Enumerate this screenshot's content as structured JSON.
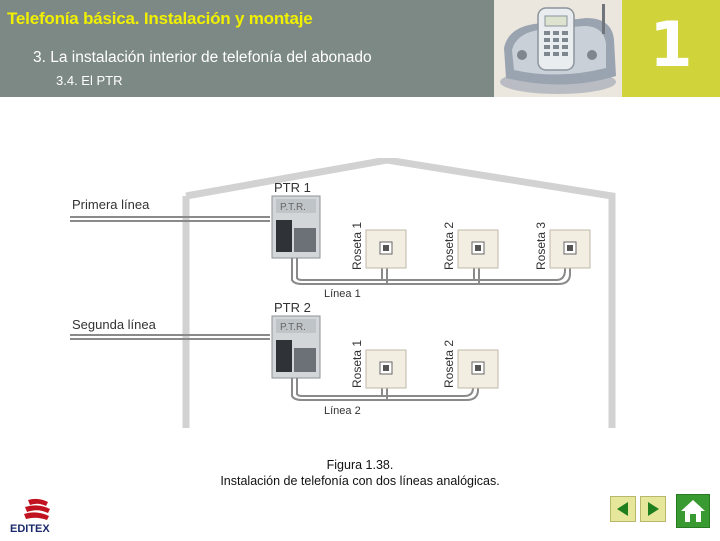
{
  "header": {
    "title": "Telefonía básica. Instalación y montaje",
    "section": "3.  La instalación interior de telefonía del abonado",
    "subsection": "3.4. El PTR",
    "chapter_number": "1"
  },
  "figure": {
    "first_line_label": "Primera línea",
    "second_line_label": "Segunda línea",
    "ptr1_label": "PTR 1",
    "ptr2_label": "PTR 2",
    "ptr_plate_text": "P.T.R.",
    "line1_label": "Línea 1",
    "line2_label": "Línea 2",
    "roseta_1_label": "Roseta 1",
    "roseta_2_label": "Roseta 2",
    "roseta_3_label": "Roseta 3"
  },
  "caption": {
    "title": "Figura 1.38.",
    "text": "Instalación de telefonía con dos líneas analógicas."
  },
  "footer": {
    "logo_text": "EDITEX"
  },
  "colors": {
    "header_bg": "#7d8985",
    "title_yellow": "#f0f000",
    "chapter_box": "#d1d33a",
    "nav_button": "#e7e79b",
    "home_button": "#3a9a32"
  },
  "icons": [
    "previous-arrow-icon",
    "next-arrow-icon",
    "home-icon",
    "editex-logo-icon",
    "telephone-photo"
  ]
}
